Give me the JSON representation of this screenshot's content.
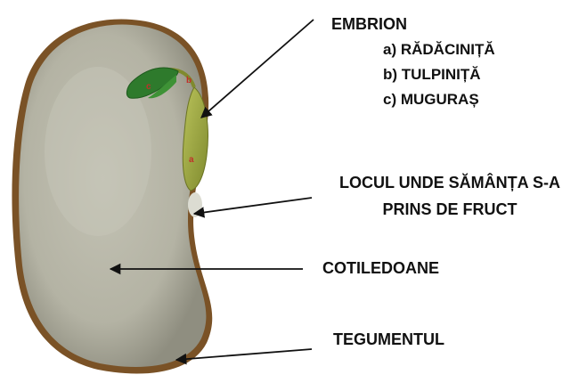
{
  "labels": {
    "embryo": "EMBRION",
    "embryo_parts": {
      "a": "a) RĂDĂCINIȚĂ",
      "b": "b) TULPINIȚĂ",
      "c": "c) MUGURAȘ"
    },
    "hilum_line1": "LOCUL UNDE SĂMÂNȚA S-A",
    "hilum_line2": "PRINS DE FRUCT",
    "cotyledons": "COTILEDOANE",
    "seed_coat": "TEGUMENTUL"
  },
  "diagram_letters": {
    "a": "a",
    "b": "b",
    "c": "c"
  },
  "colors": {
    "seed_body": "#b9b8a9",
    "seed_coat": "#7a5226",
    "radicle": "#a3ad46",
    "plumule": "#2e7a2c",
    "letter_red": "#c0302a",
    "arrow": "#111111"
  }
}
